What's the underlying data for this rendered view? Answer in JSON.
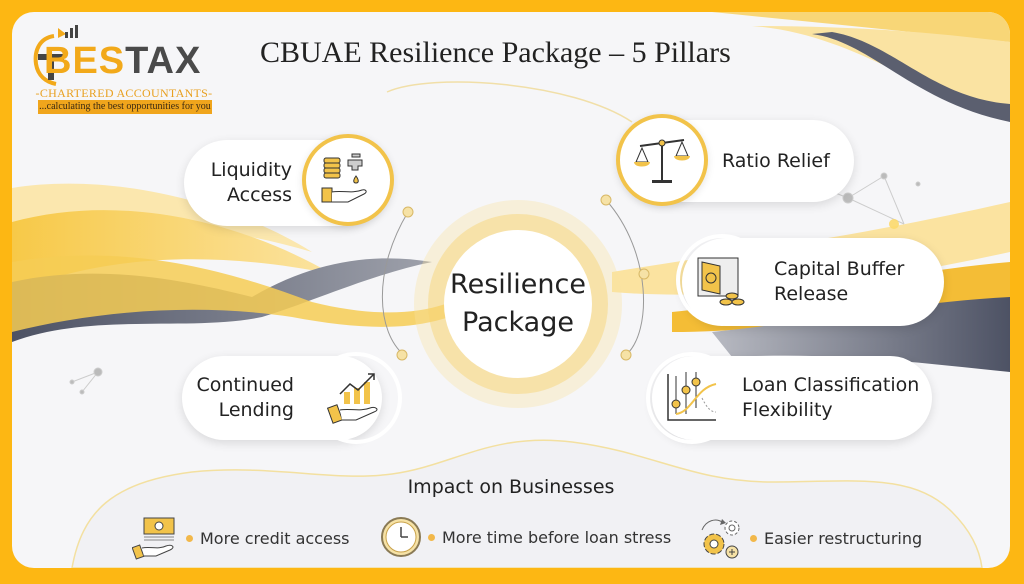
{
  "logo": {
    "brand_prefix": "BES",
    "brand_suffix": "TAX",
    "subtitle": "-CHARTERED ACCOUNTANTS-",
    "tagline": "...calculating the best opportunities for you"
  },
  "header": {
    "title": "CBUAE Resilience Package – 5 Pillars"
  },
  "center": {
    "line1": "Resilience",
    "line2": "Package"
  },
  "pillars": [
    {
      "line1": "Liquidity",
      "line2": "Access",
      "icon": "coins-tap-hand-icon"
    },
    {
      "line1": "Ratio Relief",
      "line2": "",
      "icon": "balance-scale-icon"
    },
    {
      "line1": "Capital Buffer",
      "line2": "Release",
      "icon": "open-safe-coins-icon"
    },
    {
      "line1": "Loan Classification",
      "line2": "Flexibility",
      "icon": "slider-chart-icon"
    },
    {
      "line1": "Continued",
      "line2": "Lending",
      "icon": "growth-chart-hand-icon"
    }
  ],
  "impact": {
    "title": "Impact on Businesses",
    "items": [
      {
        "label": "More credit access",
        "icon": "cash-hand-icon"
      },
      {
        "label": "More time before loan stress",
        "icon": "clock-icon"
      },
      {
        "label": "Easier restructuring",
        "icon": "gears-icon"
      }
    ]
  },
  "colors": {
    "frame": "#fdb713",
    "accent": "#f2c34a",
    "dark_wave": "#5a5e6e",
    "text": "#222222"
  }
}
